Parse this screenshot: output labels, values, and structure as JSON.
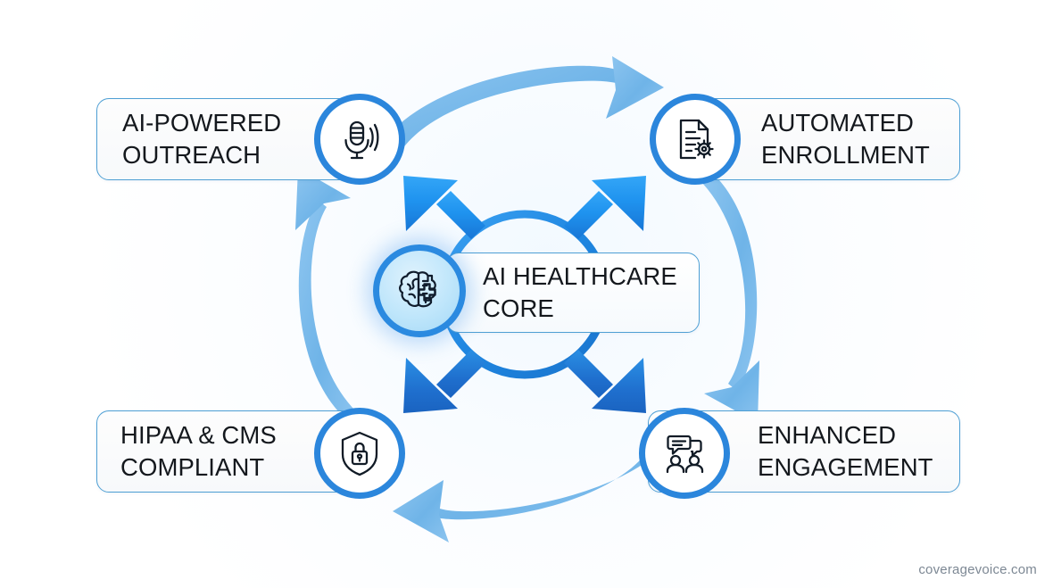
{
  "diagram": {
    "title": "AI Healthcare Core cycle diagram",
    "center": {
      "label": "AI HEALTHCARE\nCORE",
      "icon": "brain-medical-cross-icon"
    },
    "nodes": [
      {
        "id": "ai-powered-outreach",
        "label": "AI-POWERED\nOUTREACH",
        "icon": "microphone-icon",
        "position": "top-left"
      },
      {
        "id": "automated-enrollment",
        "label": "AUTOMATED\nENROLLMENT",
        "icon": "document-gear-icon",
        "position": "top-right"
      },
      {
        "id": "enhanced-engagement",
        "label": "ENHANCED\nENGAGEMENT",
        "icon": "people-chat-icon",
        "position": "bottom-right"
      },
      {
        "id": "hipaa-cms-compliant",
        "label": "HIPAA & CMS\nCOMPLIANT",
        "icon": "shield-lock-icon",
        "position": "bottom-left"
      }
    ],
    "cycle_arrows": [
      {
        "id": "arrow-top",
        "from": "ai-powered-outreach",
        "to": "automated-enrollment",
        "direction": "left-to-right"
      },
      {
        "id": "arrow-right",
        "from": "automated-enrollment",
        "to": "enhanced-engagement",
        "direction": "top-to-bottom"
      },
      {
        "id": "arrow-bottom",
        "from": "enhanced-engagement",
        "to": "hipaa-cms-compliant",
        "direction": "right-to-left"
      },
      {
        "id": "arrow-left",
        "from": "hipaa-cms-compliant",
        "to": "ai-powered-outreach",
        "direction": "bottom-to-top"
      }
    ],
    "hub_arrows": [
      {
        "id": "hub-arrow-top-left",
        "direction": "up-left"
      },
      {
        "id": "hub-arrow-top-right",
        "direction": "up-right"
      },
      {
        "id": "hub-arrow-bottom-left",
        "direction": "down-left"
      },
      {
        "id": "hub-arrow-bottom-right",
        "direction": "down-right"
      }
    ],
    "colors": {
      "cycle_arrow": "#74b9ec",
      "hub_arrow_top": "#1f93ef",
      "hub_arrow_bottom": "#1f6fce",
      "hub_ring": "#2b8ae0",
      "icon_ring": "#2b86dc",
      "box_border": "#4e9fd4",
      "label_text": "#14181d",
      "background": "#ffffff"
    }
  },
  "watermark": "coveragevoice.com"
}
